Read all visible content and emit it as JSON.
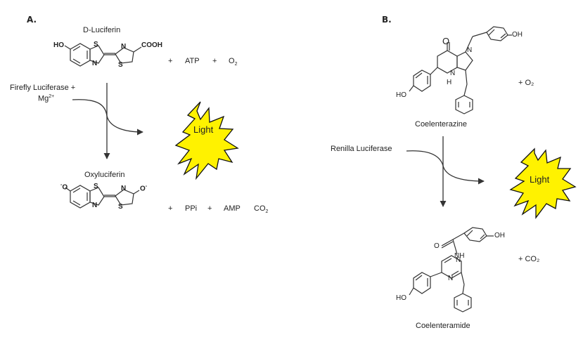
{
  "panels": [
    {
      "label": "A.",
      "substrate": "D-Luciferin",
      "product": "Oxyluciferin",
      "enzyme_line1": "Firefly Luciferase +",
      "enzyme_line2_base": "Mg",
      "enzyme_line2_sup": "2+",
      "light": "Light",
      "substrate_atoms": {
        "ho": "HO",
        "s1": "S",
        "n1": "N",
        "n2": "N",
        "s2": "S",
        "cooh": "COOH"
      },
      "product_atoms": {
        "o_left": "O",
        "o_left_charge": "-",
        "s1": "S",
        "n1": "N",
        "n2": "N",
        "s2": "S",
        "o_right": "O",
        "o_right_charge": "-"
      },
      "reactants": {
        "plus1": "+",
        "atp": "ATP",
        "plus2": "+",
        "o2_base": "O",
        "o2_sub": "2"
      },
      "products": {
        "plus1": "+",
        "ppi": "PPi",
        "plus2": "+",
        "amp": "AMP",
        "co2_base": "CO",
        "co2_sub": "2"
      }
    },
    {
      "label": "B.",
      "substrate": "Coelenterazine",
      "product": "Coelenteramide",
      "enzyme": "Renilla Luciferase",
      "light": "Light",
      "substrate_atoms": {
        "o": "O",
        "n1": "N",
        "n2": "N",
        "nh": "H",
        "oh_top": "OH",
        "ho_left": "HO"
      },
      "product_atoms": {
        "o": "O",
        "nh": "NH",
        "n1": "N",
        "n2": "N",
        "oh_top": "OH",
        "ho_left": "HO"
      },
      "reactant": "+ O₂",
      "product_extra": "+ CO₂"
    }
  ],
  "colors": {
    "burst_fill": "#fff200",
    "burst_stroke": "#111111",
    "line": "#333333"
  }
}
